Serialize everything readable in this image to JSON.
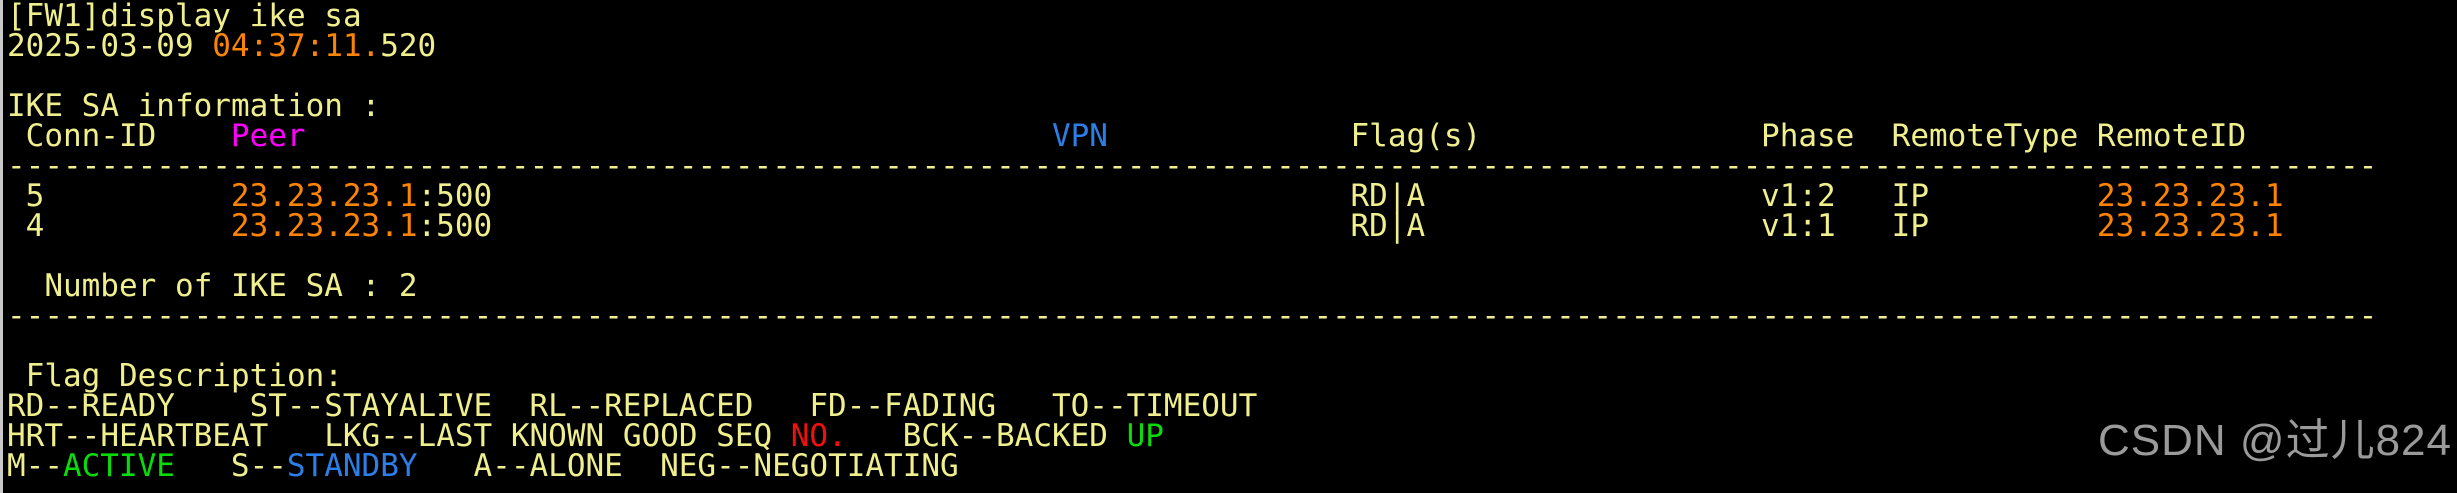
{
  "palette": {
    "background": "#000000",
    "fg": "#F0EF8D",
    "orange": "#FC8405",
    "magenta": "#FF00FF",
    "blue": "#2D7FE8",
    "red": "#EF1010",
    "green": "#0ADC0A",
    "watermark_gray": "#9A9A9A",
    "window_border": "#C9C9C9"
  },
  "terminal": {
    "command": "[FW1]display ike sa",
    "timestamp": "2025-03-09 04:37:11.520",
    "table": {
      "headers": [
        "Conn-ID",
        "Peer",
        "VPN",
        "Flag(s)",
        "Phase",
        "RemoteType",
        "RemoteID"
      ],
      "rows": [
        [
          "5",
          "23.23.23.1:500",
          "",
          "RD|A",
          "v1:2",
          "IP",
          "23.23.23.1"
        ],
        [
          "4",
          "23.23.23.1:500",
          "",
          "RD|A",
          "v1:1",
          "IP",
          "23.23.23.1"
        ]
      ]
    },
    "lines": [
      {
        "name": "command-line",
        "segments": [
          {
            "col": 0,
            "text": "[FW1]display ike sa",
            "color": "fg"
          }
        ]
      },
      {
        "name": "timestamp-line",
        "segments": [
          {
            "col": 0,
            "text": "2025-03-09",
            "color": "fg"
          },
          {
            "col": 11,
            "text": "04:37:11.",
            "color": "orange"
          },
          {
            "col": 20,
            "text": "520",
            "color": "fg"
          }
        ]
      },
      {
        "name": "blank-line",
        "segments": []
      },
      {
        "name": "section-title",
        "segments": [
          {
            "col": 0,
            "text": "IKE SA information :",
            "color": "fg"
          }
        ]
      },
      {
        "name": "table-header",
        "segments": [
          {
            "col": 1,
            "text": "Conn-ID",
            "color": "fg"
          },
          {
            "col": 12,
            "text": "Peer",
            "color": "magenta"
          },
          {
            "col": 56,
            "text": "VPN",
            "color": "blue"
          },
          {
            "col": 72,
            "text": "Flag(s)",
            "color": "fg"
          },
          {
            "col": 94,
            "text": "Phase",
            "color": "fg"
          },
          {
            "col": 101,
            "text": "RemoteType",
            "color": "fg"
          },
          {
            "col": 112,
            "text": "RemoteID",
            "color": "fg"
          }
        ]
      },
      {
        "name": "divider-top",
        "segments": [
          {
            "col": 0,
            "text": "-------------------------------------------------------------------------------------------------------------------------------",
            "color": "fg"
          }
        ]
      },
      {
        "name": "sa-row-0",
        "segments": [
          {
            "col": 1,
            "text": "5",
            "color": "fg"
          },
          {
            "col": 12,
            "text": "23.23.23.1",
            "color": "orange"
          },
          {
            "col": 22,
            "text": ":500",
            "color": "fg"
          },
          {
            "col": 72,
            "text": "RD|A",
            "color": "fg"
          },
          {
            "col": 94,
            "text": "v1:2",
            "color": "fg"
          },
          {
            "col": 101,
            "text": "IP",
            "color": "fg"
          },
          {
            "col": 112,
            "text": "23.23.23.1",
            "color": "orange"
          }
        ]
      },
      {
        "name": "sa-row-1",
        "segments": [
          {
            "col": 1,
            "text": "4",
            "color": "fg"
          },
          {
            "col": 12,
            "text": "23.23.23.1",
            "color": "orange"
          },
          {
            "col": 22,
            "text": ":500",
            "color": "fg"
          },
          {
            "col": 72,
            "text": "RD|A",
            "color": "fg"
          },
          {
            "col": 94,
            "text": "v1:1",
            "color": "fg"
          },
          {
            "col": 101,
            "text": "IP",
            "color": "fg"
          },
          {
            "col": 112,
            "text": "23.23.23.1",
            "color": "orange"
          }
        ]
      },
      {
        "name": "blank-line",
        "segments": []
      },
      {
        "name": "sa-count-line",
        "segments": [
          {
            "col": 2,
            "text": "Number of IKE SA : 2",
            "color": "fg"
          }
        ]
      },
      {
        "name": "divider-bottom",
        "segments": [
          {
            "col": 0,
            "text": "-------------------------------------------------------------------------------------------------------------------------------",
            "color": "fg"
          }
        ]
      },
      {
        "name": "blank-line",
        "segments": []
      },
      {
        "name": "flag-description-title",
        "segments": [
          {
            "col": 1,
            "text": "Flag Description:",
            "color": "fg"
          }
        ]
      },
      {
        "name": "flag-line-1",
        "segments": [
          {
            "col": 0,
            "text": "RD--READY",
            "color": "fg"
          },
          {
            "col": 13,
            "text": "ST--STAYALIVE",
            "color": "fg"
          },
          {
            "col": 28,
            "text": "RL--REPLACED",
            "color": "fg"
          },
          {
            "col": 43,
            "text": "FD--FADING",
            "color": "fg"
          },
          {
            "col": 56,
            "text": "TO--TIMEOUT",
            "color": "fg"
          }
        ]
      },
      {
        "name": "flag-line-2",
        "segments": [
          {
            "col": 0,
            "text": "HRT--HEARTBEAT",
            "color": "fg"
          },
          {
            "col": 17,
            "text": "LKG--LAST KNOWN GOOD SEQ",
            "color": "fg"
          },
          {
            "col": 42,
            "text": "NO.",
            "color": "red"
          },
          {
            "col": 48,
            "text": "BCK--BACKED",
            "color": "fg"
          },
          {
            "col": 60,
            "text": "UP",
            "color": "green"
          }
        ]
      },
      {
        "name": "flag-line-3",
        "segments": [
          {
            "col": 0,
            "text": "M--",
            "color": "fg"
          },
          {
            "col": 3,
            "text": "ACTIVE",
            "color": "green"
          },
          {
            "col": 12,
            "text": "S--",
            "color": "fg"
          },
          {
            "col": 15,
            "text": "STANDBY",
            "color": "blue"
          },
          {
            "col": 25,
            "text": "A--ALONE",
            "color": "fg"
          },
          {
            "col": 35,
            "text": "NEG--NEGOTIATING",
            "color": "fg"
          }
        ]
      }
    ]
  },
  "watermark": {
    "text": "CSDN @过儿824"
  }
}
